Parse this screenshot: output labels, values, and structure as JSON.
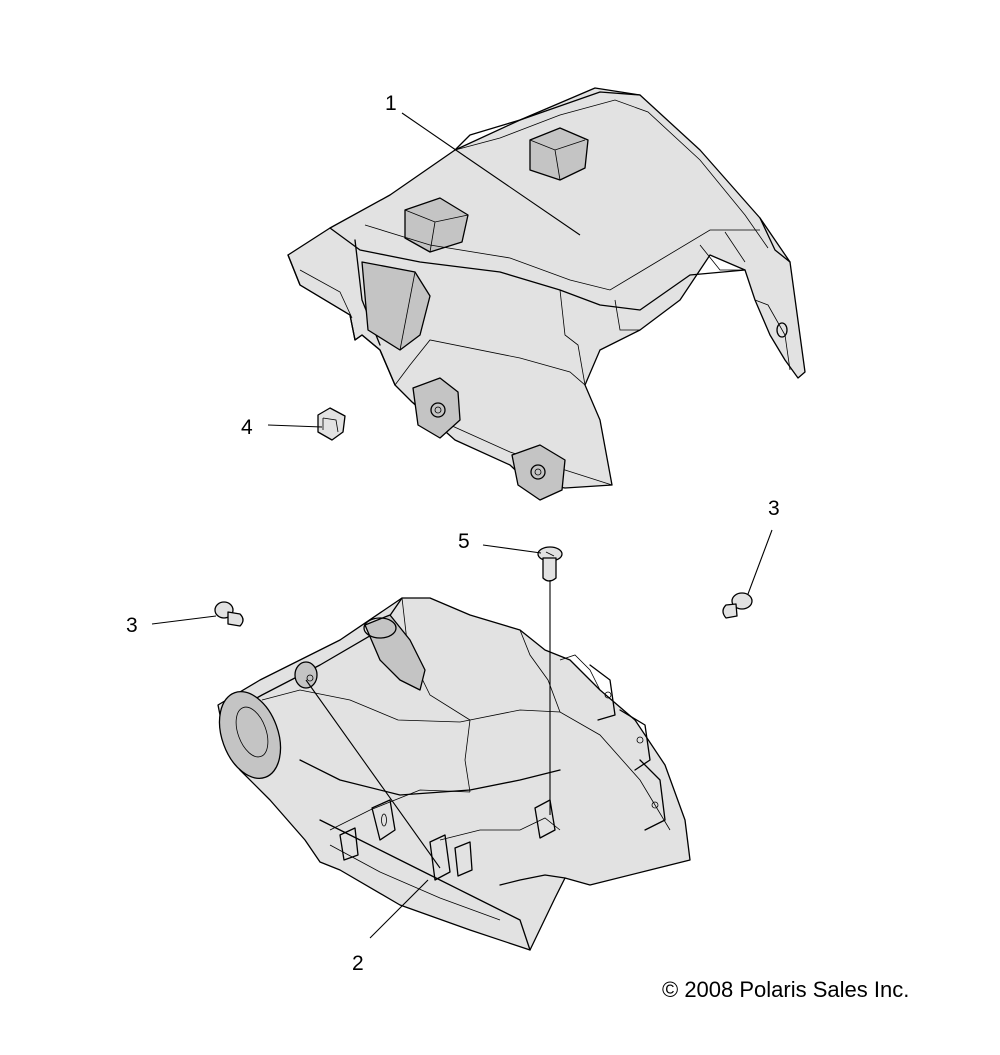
{
  "callouts": {
    "part_1": "1",
    "part_2": "2",
    "part_3_left": "3",
    "part_3_right": "3",
    "part_4": "4",
    "part_5": "5"
  },
  "copyright": "© 2008 Polaris Sales Inc.",
  "colors": {
    "line": "#000000",
    "shade_light": "#e2e2e2",
    "shade_dark": "#c4c4c4",
    "background": "#ffffff"
  }
}
